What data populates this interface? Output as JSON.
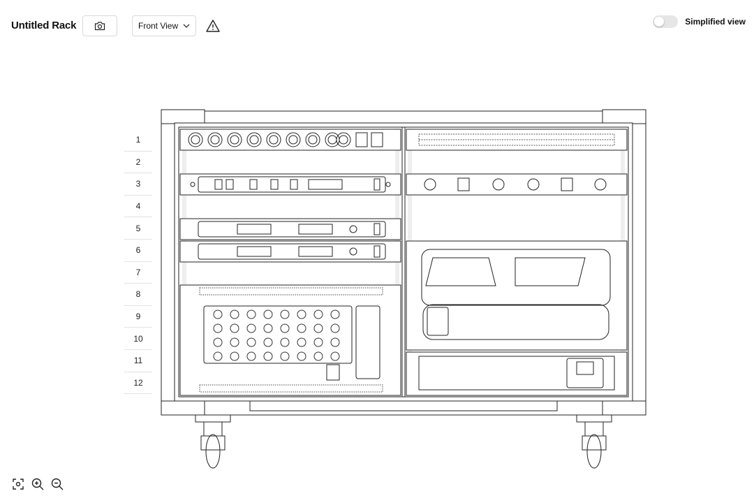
{
  "toolbar": {
    "rack_title": "Untitled Rack",
    "camera_icon": "camera-icon",
    "view_selected": "Front View",
    "view_chevron_icon": "chevron-down-icon",
    "warning_icon": "warning-triangle-icon",
    "simplified_label": "Simplified view",
    "simplified_on": false
  },
  "rack": {
    "units": [
      "1",
      "2",
      "3",
      "4",
      "5",
      "6",
      "7",
      "8",
      "9",
      "10",
      "11",
      "12"
    ]
  },
  "zoom": {
    "fit_icon": "zoom-fit-icon",
    "in_icon": "zoom-in-icon",
    "out_icon": "zoom-out-icon"
  }
}
